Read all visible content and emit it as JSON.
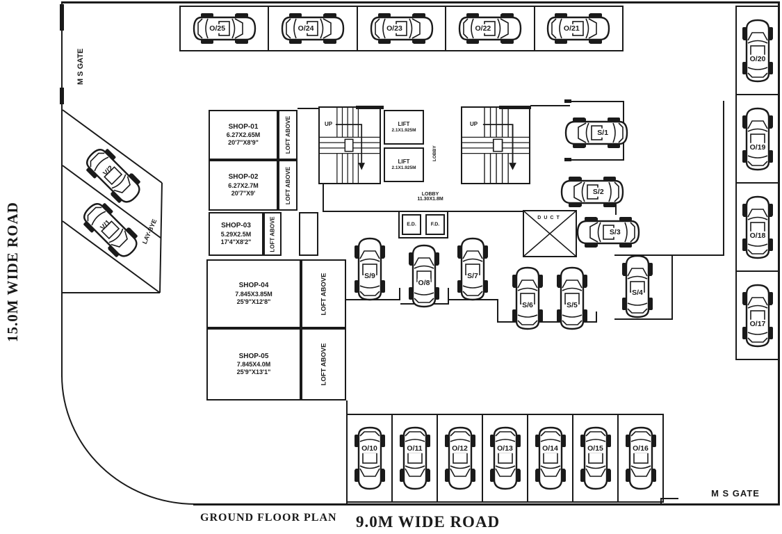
{
  "title": "GROUND FLOOR PLAN",
  "roads": {
    "left": "15.0M WIDE ROAD",
    "bottom": "9.0M WIDE ROAD"
  },
  "gates": {
    "top_left": "M S GATE",
    "bottom_right": "M S GATE"
  },
  "laybye": {
    "label": "LAY-BYE",
    "stalls": {
      "v2": "V/2",
      "v1": "V/1"
    }
  },
  "shops": [
    {
      "name": "SHOP-01",
      "dim_m": "6.27X2.65M",
      "dim_ft": "20'7\"X8'9\"",
      "loft": "LOFT ABOVE"
    },
    {
      "name": "SHOP-02",
      "dim_m": "6.27X2.7M",
      "dim_ft": "20'7\"X9'",
      "loft": "LOFT ABOVE"
    },
    {
      "name": "SHOP-03",
      "dim_m": "5.29X2.5M",
      "dim_ft": "17'4\"X8'2\"",
      "loft": "LOFT ABOVE"
    },
    {
      "name": "SHOP-04",
      "dim_m": "7.845X3.85M",
      "dim_ft": "25'9\"X12'8\"",
      "loft": "LOFT ABOVE"
    },
    {
      "name": "SHOP-05",
      "dim_m": "7.845X4.0M",
      "dim_ft": "25'9\"X13'1\"",
      "loft": "LOFT ABOVE"
    }
  ],
  "core": {
    "stairs": {
      "left_up": "UP",
      "right_up": "UP"
    },
    "lifts": {
      "upper": {
        "name": "LIFT",
        "dim": "2.1X1.925M"
      },
      "lower": {
        "name": "LIFT",
        "dim": "2.1X1.925M"
      }
    },
    "lobby_vertical": "LOBBY",
    "lobby": {
      "name": "LOBBY",
      "dim": "11.30X1.8M"
    },
    "ed": "E.D.",
    "fd": "F.D.",
    "duct": "DUCT"
  },
  "parking": {
    "top_row": [
      "O/25",
      "O/24",
      "O/23",
      "O/22",
      "O/21"
    ],
    "right_col": [
      "O/20",
      "O/19",
      "O/18",
      "O/17"
    ],
    "bottom_row": [
      "O/10",
      "O/11",
      "O/12",
      "O/13",
      "O/14",
      "O/15",
      "O/16"
    ],
    "court": {
      "s9": "S/9",
      "o8": "O/8",
      "s7": "S/7",
      "s6": "S/6",
      "s5": "S/5",
      "s4": "S/4",
      "s1": "S/1",
      "s2": "S/2",
      "s3": "S/3"
    }
  },
  "colors": {
    "line": "#1a1a1a",
    "bg": "#ffffff"
  }
}
